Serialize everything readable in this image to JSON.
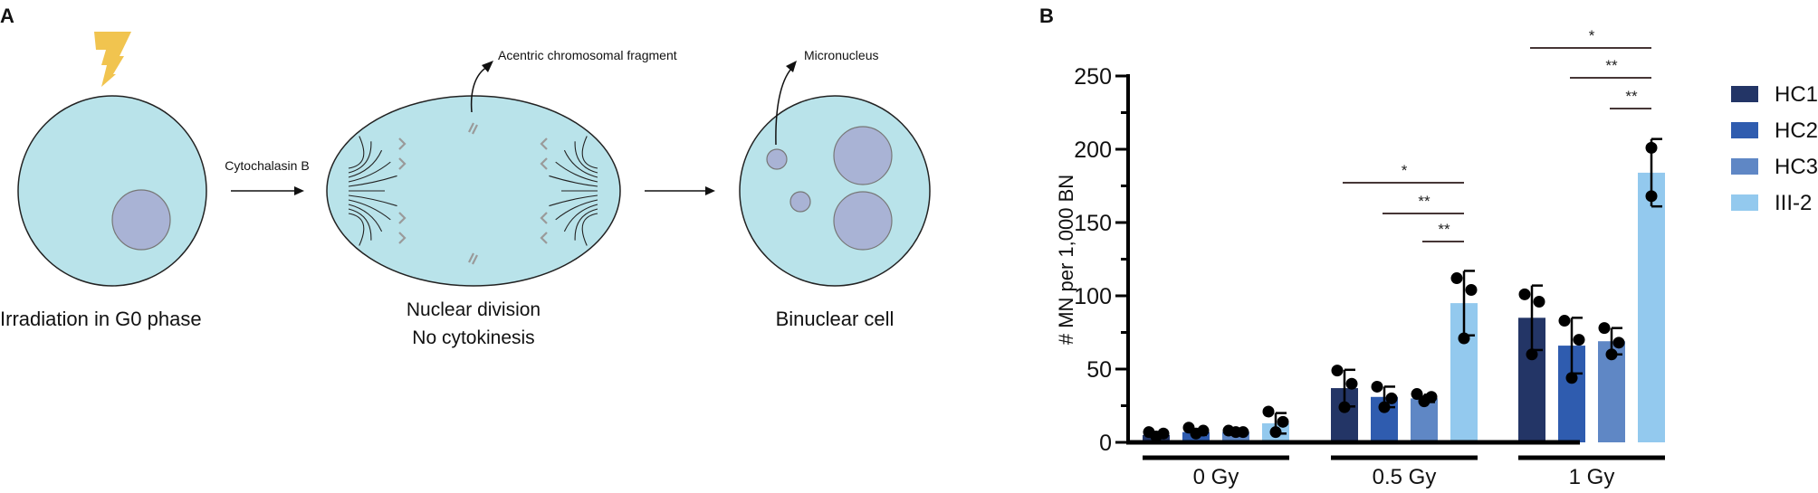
{
  "panel_a": {
    "label": "A",
    "step1_label": "Irradiation in G0 phase",
    "arrow1_label": "Cytochalasin B",
    "fragment_label": "Acentric chromosomal fragment",
    "step2_label_line1": "Nuclear division",
    "step2_label_line2": "No cytokinesis",
    "micronucleus_label": "Micronucleus",
    "step3_label": "Binuclear cell",
    "icons": [
      "lightning-icon"
    ],
    "colors": {
      "cell": "#b9e3ea",
      "nucleus": "#a9b3d5",
      "bolt": "#f1c44f",
      "chromosome": "#9a9a9a"
    }
  },
  "chart_data": {
    "panel_label": "B",
    "type": "bar",
    "ylabel": "# MN per 1,000 BN",
    "xlabel": "",
    "ylim": [
      0,
      250
    ],
    "yticks": [
      0,
      50,
      100,
      150,
      200,
      250
    ],
    "grid": false,
    "legend_position": "right",
    "categories": [
      "0 Gy",
      "0.5 Gy",
      "1 Gy"
    ],
    "series": [
      {
        "name": "HC1",
        "color": "#233566",
        "values": [
          5,
          37,
          85
        ],
        "sd": [
          1.5,
          12.5,
          22
        ],
        "points": [
          [
            7,
            6,
            4
          ],
          [
            49,
            40,
            24
          ],
          [
            101,
            96,
            60
          ]
        ]
      },
      {
        "name": "HC2",
        "color": "#2f5caf",
        "values": [
          7,
          31,
          66
        ],
        "sd": [
          2,
          7,
          19
        ],
        "points": [
          [
            10,
            8,
            6
          ],
          [
            38,
            30,
            24
          ],
          [
            83,
            70,
            44
          ]
        ]
      },
      {
        "name": "HC3",
        "color": "#5f87c5",
        "values": [
          7,
          30,
          69
        ],
        "sd": [
          0.6,
          2.5,
          9
        ],
        "points": [
          [
            8,
            7,
            7
          ],
          [
            33,
            31,
            28
          ],
          [
            78,
            68,
            60
          ]
        ]
      },
      {
        "name": "III-2",
        "color": "#93c9ee",
        "values": [
          13,
          95,
          184
        ],
        "sd": [
          7,
          22,
          23
        ],
        "points": [
          [
            21,
            14,
            7
          ],
          [
            112,
            104,
            71
          ],
          [
            201,
            168
          ]
        ]
      }
    ],
    "significance": [
      {
        "category": "0.5 Gy",
        "from": "HC1",
        "to": "III-2",
        "label": "*"
      },
      {
        "category": "0.5 Gy",
        "from": "HC2",
        "to": "III-2",
        "label": "**"
      },
      {
        "category": "0.5 Gy",
        "from": "HC3",
        "to": "III-2",
        "label": "**"
      },
      {
        "category": "1 Gy",
        "from": "HC1",
        "to": "III-2",
        "label": "*"
      },
      {
        "category": "1 Gy",
        "from": "HC2",
        "to": "III-2",
        "label": "**"
      },
      {
        "category": "1 Gy",
        "from": "HC3",
        "to": "III-2",
        "label": "**"
      }
    ]
  }
}
